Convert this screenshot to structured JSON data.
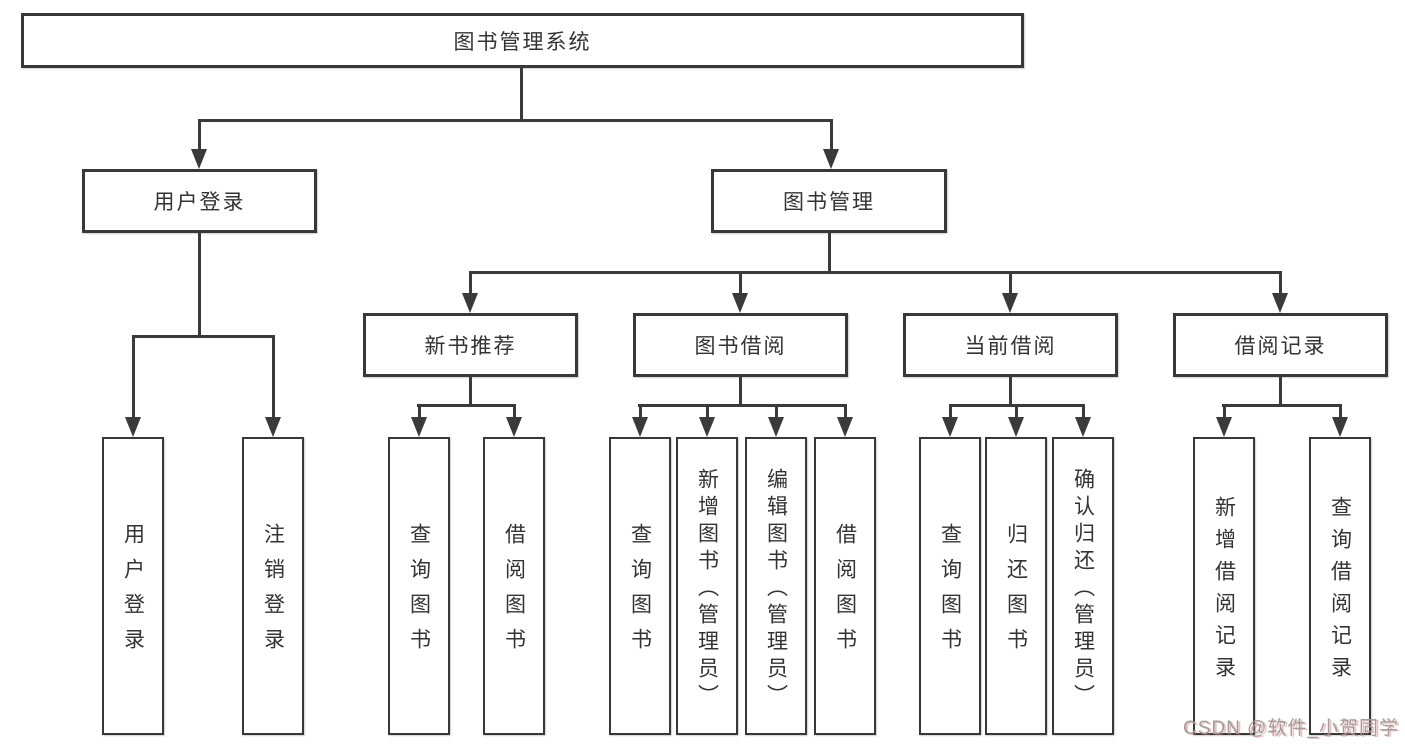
{
  "diagram": {
    "type": "hierarchy-tree",
    "colors": {
      "line": "#3a3a3a",
      "text": "#333333",
      "background": "#ffffff"
    },
    "root": {
      "label": "图书管理系统"
    },
    "level2": [
      {
        "id": "user-login",
        "label": "用户登录",
        "parent": "图书管理系统"
      },
      {
        "id": "book-management",
        "label": "图书管理",
        "parent": "图书管理系统"
      }
    ],
    "level3": [
      {
        "id": "new-book-recommend",
        "label": "新书推荐",
        "parent": "图书管理"
      },
      {
        "id": "book-borrow",
        "label": "图书借阅",
        "parent": "图书管理"
      },
      {
        "id": "current-borrow",
        "label": "当前借阅",
        "parent": "图书管理"
      },
      {
        "id": "borrow-records",
        "label": "借阅记录",
        "parent": "图书管理"
      }
    ],
    "leaves": [
      {
        "label": "用户登录",
        "parent": "用户登录"
      },
      {
        "label": "注销登录",
        "parent": "用户登录"
      },
      {
        "label": "查询图书",
        "parent": "新书推荐"
      },
      {
        "label": "借阅图书",
        "parent": "新书推荐"
      },
      {
        "label": "查询图书",
        "parent": "图书借阅"
      },
      {
        "label": "新增图书（管理员）",
        "parent": "图书借阅"
      },
      {
        "label": "编辑图书（管理员）",
        "parent": "图书借阅"
      },
      {
        "label": "借阅图书",
        "parent": "图书借阅"
      },
      {
        "label": "查询图书",
        "parent": "当前借阅"
      },
      {
        "label": "归还图书",
        "parent": "当前借阅"
      },
      {
        "label": "确认归还（管理员）",
        "parent": "当前借阅"
      },
      {
        "label": "新增借阅记录",
        "parent": "借阅记录"
      },
      {
        "label": "查询借阅记录",
        "parent": "借阅记录"
      }
    ]
  },
  "watermark": {
    "text": "CSDN @软件_小贺同学"
  }
}
